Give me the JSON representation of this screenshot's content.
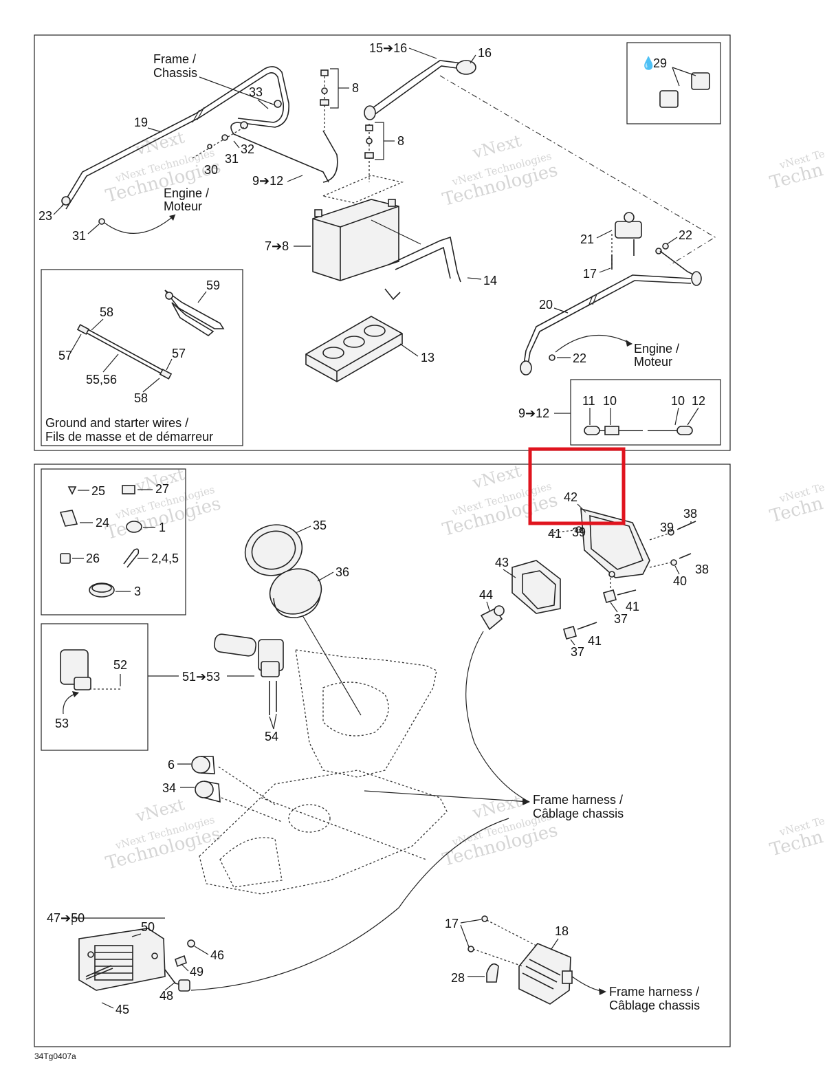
{
  "diagram_code": "34Tg0407a",
  "watermark": {
    "line1": "vNext",
    "line2": "vNext Technologies",
    "line3": "Technologies",
    "edge_line1": "vNext Te",
    "edge_line2": "Techn"
  },
  "upper_panel": {
    "frame_chassis": {
      "line1": "Frame /",
      "line2": "Chassis"
    },
    "engine_moteur_left": {
      "line1": "Engine /",
      "line2": "Moteur"
    },
    "engine_moteur_right": {
      "line1": "Engine /",
      "line2": "Moteur"
    },
    "callouts": {
      "c15_16": "15➔16",
      "c16": "16",
      "c8a": "8",
      "c8b": "8",
      "c33": "33",
      "c19": "19",
      "c32": "32",
      "c31a": "31",
      "c30": "30",
      "c9_12": "9➔12",
      "c23": "23",
      "c31b": "31",
      "c7_8": "7➔8",
      "c14": "14",
      "c13": "13",
      "c29": "29",
      "c21": "21",
      "c22a": "22",
      "c17": "17",
      "c20": "20",
      "c22b": "22",
      "c59": "59",
      "c58a": "58",
      "c57a": "57",
      "c57b": "57",
      "c55_56": "55,56",
      "c58b": "58",
      "c9_12b": "9➔12",
      "c11": "11",
      "c10a": "10",
      "c10b": "10",
      "c12": "12"
    },
    "inset_caption": {
      "line1": "Ground and starter wires /",
      "line2": "Fils de masse et de démarreur"
    }
  },
  "lower_panel": {
    "frame_harness_1": {
      "line1": "Frame harness /",
      "line2": "Câblage chassis"
    },
    "frame_harness_2": {
      "line1": "Frame harness /",
      "line2": "Câblage chassis"
    },
    "callouts": {
      "c25": "25",
      "c27": "27",
      "c24": "24",
      "c1": "1",
      "c26": "26",
      "c2_4_5": "2,4,5",
      "c3": "3",
      "c35": "35",
      "c36": "36",
      "c42": "42",
      "c38a": "38",
      "c39a": "39",
      "c41a": "41",
      "c39b": "39",
      "c38b": "38",
      "c40": "40",
      "c43": "43",
      "c44": "44",
      "c41b": "41",
      "c37a": "37",
      "c41c": "41",
      "c37b": "37",
      "c52": "52",
      "c51_53": "51➔53",
      "c53": "53",
      "c54": "54",
      "c6": "6",
      "c34": "34",
      "c47_50": "47➔50",
      "c50": "50",
      "c46": "46",
      "c49": "49",
      "c48": "48",
      "c45": "45",
      "c17": "17",
      "c18": "18",
      "c28": "28"
    }
  },
  "highlight": {
    "color": "#e0141e",
    "target": "42"
  }
}
